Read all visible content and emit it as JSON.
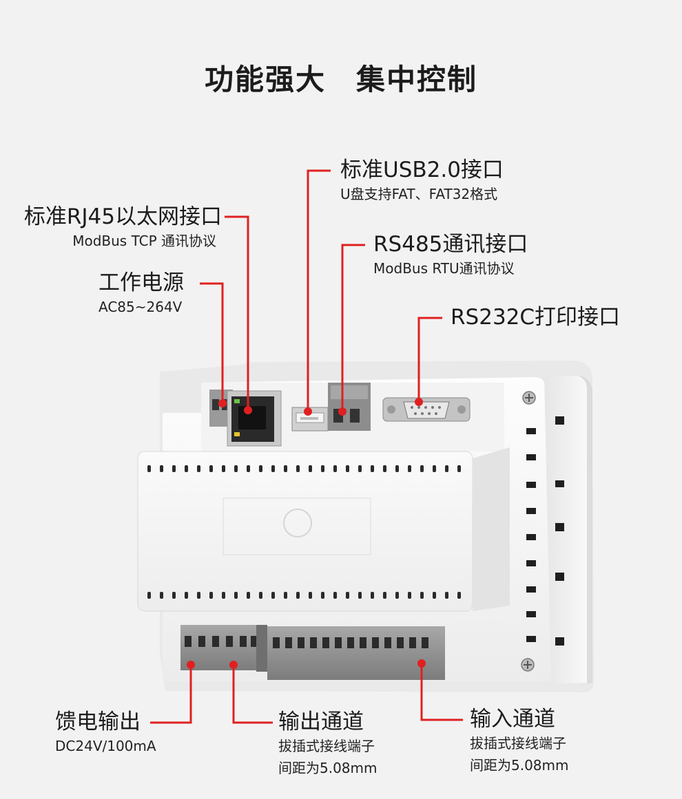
{
  "title": {
    "part1": "功能强大",
    "part2": "集中控制"
  },
  "callouts": {
    "usb": {
      "main": "标准USB2.0接口",
      "sub": "U盘支持FAT、FAT32格式"
    },
    "rj45": {
      "main": "标准RJ45以太网接口",
      "sub": "ModBus TCP 通讯协议"
    },
    "rs485": {
      "main": "RS485通讯接口",
      "sub": "ModBus RTU通讯协议"
    },
    "power": {
      "main": "工作电源",
      "sub": "AC85~264V"
    },
    "rs232": {
      "main": "RS232C打印接口"
    },
    "feed": {
      "main": "馈电输出",
      "sub": "DC24V/100mA"
    },
    "output": {
      "main": "输出通道",
      "sub1": "拔插式接线端子",
      "sub2": "间距为5.08mm"
    },
    "input": {
      "main": "输入通道",
      "sub1": "拔插式接线端子",
      "sub2": "间距为5.08mm"
    }
  },
  "colors": {
    "accent": "#e02020",
    "device": "#f7f7f7",
    "terminal": "#8f8f8f"
  }
}
